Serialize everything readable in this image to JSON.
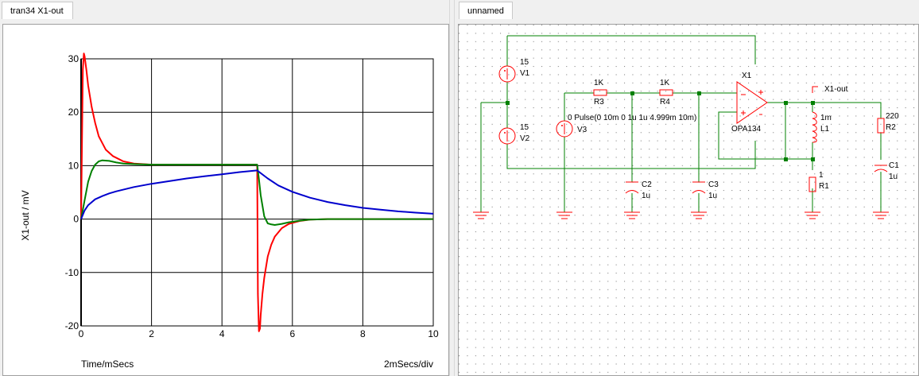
{
  "tabs": {
    "graph": "tran34 X1-out",
    "schematic": "unnamed"
  },
  "chart_data": {
    "type": "line",
    "xlabel": "Time/mSecs",
    "ylabel": "X1-out / mV",
    "scale_note": "2mSecs/div",
    "xlim": [
      0,
      10
    ],
    "ylim": [
      -20,
      30
    ],
    "x_ticks": [
      "0",
      "2",
      "4",
      "6",
      "8",
      "10"
    ],
    "y_ticks": [
      "30",
      "20",
      "10",
      "0",
      "-10",
      "-20"
    ],
    "grid": true,
    "series": [
      {
        "color": "#ff0000",
        "x": [
          0,
          0.05,
          0.08,
          0.1,
          0.15,
          0.2,
          0.3,
          0.4,
          0.5,
          0.7,
          0.9,
          1.2,
          1.5,
          2,
          3,
          4,
          5,
          5.02,
          5.05,
          5.08,
          5.1,
          5.15,
          5.2,
          5.3,
          5.4,
          5.5,
          5.7,
          5.9,
          6.2,
          6.5,
          7,
          8,
          10
        ],
        "y": [
          0,
          28,
          31,
          30.5,
          28,
          25,
          21,
          18,
          15.5,
          13,
          11.8,
          10.8,
          10.4,
          10.2,
          10.2,
          10.2,
          10.2,
          -14,
          -21,
          -20.5,
          -18,
          -14,
          -11,
          -7,
          -4.8,
          -3.3,
          -1.7,
          -0.9,
          -0.35,
          -0.1,
          0,
          0,
          0
        ]
      },
      {
        "color": "#008000",
        "x": [
          0,
          0.1,
          0.2,
          0.3,
          0.4,
          0.5,
          0.6,
          0.8,
          1,
          1.2,
          1.5,
          2,
          3,
          4,
          5,
          5.05,
          5.1,
          5.2,
          5.3,
          5.4,
          5.5,
          5.7,
          5.9,
          6.2,
          6.5,
          7,
          8,
          10
        ],
        "y": [
          0,
          3.5,
          7,
          9,
          10.2,
          10.8,
          11,
          10.9,
          10.6,
          10.4,
          10.3,
          10.2,
          10.2,
          10.2,
          10.2,
          7.5,
          4.5,
          0.5,
          -0.8,
          -1,
          -1.1,
          -0.9,
          -0.6,
          -0.3,
          -0.1,
          0,
          0,
          0
        ]
      },
      {
        "color": "#0000cd",
        "x": [
          0,
          0.1,
          0.2,
          0.4,
          0.6,
          0.8,
          1,
          1.5,
          2,
          2.5,
          3,
          3.5,
          4,
          4.5,
          5,
          5.3,
          5.6,
          6,
          6.5,
          7,
          7.5,
          8,
          8.5,
          9,
          9.5,
          10
        ],
        "y": [
          0,
          1.6,
          2.6,
          3.7,
          4.3,
          4.8,
          5.2,
          6.0,
          6.6,
          7.1,
          7.6,
          8.0,
          8.4,
          8.8,
          9.1,
          7.6,
          6.3,
          5.1,
          4.0,
          3.2,
          2.6,
          2.1,
          1.75,
          1.45,
          1.2,
          1.0
        ]
      }
    ]
  },
  "schematic": {
    "components": {
      "v1": {
        "ref": "V1",
        "value": "15"
      },
      "v2": {
        "ref": "V2",
        "value": "15"
      },
      "v3": {
        "ref": "V3",
        "value": "0 Pulse(0 10m 0 1u 1u 4.999m 10m)"
      },
      "r3": {
        "ref": "R3",
        "value": "1K"
      },
      "r4": {
        "ref": "R4",
        "value": "1K"
      },
      "c2": {
        "ref": "C2",
        "value": "1u"
      },
      "c3": {
        "ref": "C3",
        "value": "1u"
      },
      "x1": {
        "ref": "X1",
        "value": "OPA134"
      },
      "l1": {
        "ref": "L1",
        "value": "1m"
      },
      "r1": {
        "ref": "R1",
        "value": "1"
      },
      "r2": {
        "ref": "R2",
        "value": "220"
      },
      "c1": {
        "ref": "C1",
        "value": "1u"
      }
    },
    "probe_label": "X1-out"
  }
}
